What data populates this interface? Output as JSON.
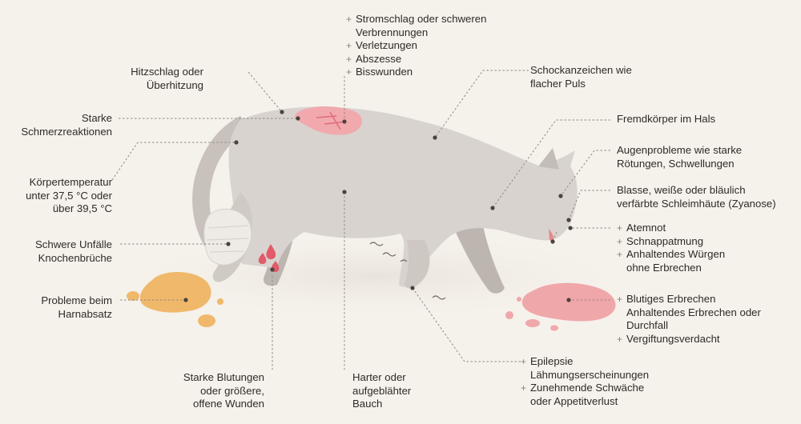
{
  "labels": {
    "heatstroke": [
      "Hitzschlag oder",
      "Überhitzung"
    ],
    "pain": [
      "Starke",
      "Schmerzreaktionen"
    ],
    "temperature": [
      "Körpertemperatur",
      "unter 37,5 °C oder",
      "über 39,5 °C"
    ],
    "accidents": [
      "Schwere Unfälle",
      "Knochenbrüche"
    ],
    "urination": [
      "Probleme beim",
      "Harnabsatz"
    ],
    "bleeding": [
      "Starke Blutungen",
      "oder größere,",
      "offene Wunden"
    ],
    "belly": [
      "Harter oder",
      "aufgeblähter",
      "Bauch"
    ],
    "wounds": [
      {
        "bullet": true,
        "text": "Stromschlag oder schweren"
      },
      {
        "bullet": false,
        "text": "Verbrennungen"
      },
      {
        "bullet": true,
        "text": "Verletzungen"
      },
      {
        "bullet": true,
        "text": "Abszesse"
      },
      {
        "bullet": true,
        "text": "Bisswunden"
      }
    ],
    "shock": [
      "Schockanzeichen wie",
      "flacher Puls"
    ],
    "foreign_body": [
      "Fremdkörper im Hals"
    ],
    "eyes": [
      "Augenprobleme wie starke",
      "Rötungen, Schwellungen"
    ],
    "mucosa": [
      "Blasse, weiße oder bläulich",
      "verfärbte Schleimhäute (Zyanose)"
    ],
    "breathing": [
      {
        "bullet": true,
        "text": "Atemnot"
      },
      {
        "bullet": true,
        "text": "Schnappatmung"
      },
      {
        "bullet": true,
        "text": "Anhaltendes Würgen"
      },
      {
        "bullet": false,
        "text": "ohne Erbrechen"
      }
    ],
    "vomiting": [
      {
        "bullet": true,
        "text": "Blutiges Erbrechen"
      },
      {
        "bullet": false,
        "text": "Anhaltendes Erbrechen oder"
      },
      {
        "bullet": false,
        "text": "Durchfall"
      },
      {
        "bullet": true,
        "text": "Vergiftungsverdacht"
      }
    ],
    "neuro": [
      {
        "bullet": true,
        "text": "Epilepsie"
      },
      {
        "bullet": false,
        "text": "Lähmungserscheinungen"
      },
      {
        "bullet": true,
        "text": "Zunehmende Schwäche"
      },
      {
        "bullet": false,
        "text": "oder Appetitverlust"
      }
    ]
  },
  "colors": {
    "background": "#f5f1eb",
    "cat_body": "#d8d3ce",
    "cat_shadow": "#b8b1ab",
    "wound": "#e7878f",
    "urine": "#f0b86a",
    "vomit": "#f0a7a9",
    "blood": "#e35a6a",
    "leader_line": "#8f8a85",
    "dot": "#4a423d"
  },
  "icons": [
    "cat-illustration",
    "bandage-icon",
    "blood-drops-icon",
    "urine-puddle-icon",
    "vomit-puddle-icon",
    "tremor-lines-icon",
    "plus-bullet-icon"
  ]
}
